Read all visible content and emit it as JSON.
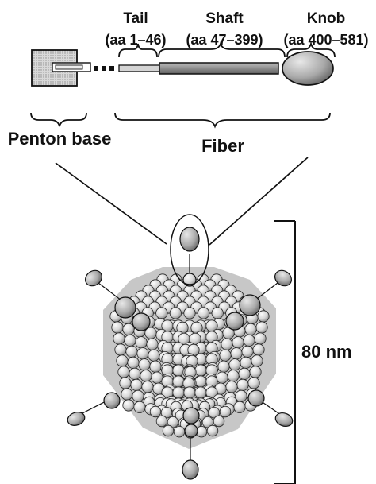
{
  "labels": {
    "tail": "Tail",
    "tail_range": "(aa 1–46)",
    "shaft": "Shaft",
    "shaft_range": "(aa 47–399)",
    "knob": "Knob",
    "knob_range": "(aa 400–581)",
    "penton_base": "Penton base",
    "fiber": "Fiber",
    "scale": "80 nm"
  },
  "colors": {
    "ink": "#111111",
    "stipple_light": "#d8d8d8",
    "stipple_dark": "#8a8a8a",
    "sphere_highlight": "#f7f7f7",
    "sphere_shadow": "#7a7a7a"
  }
}
